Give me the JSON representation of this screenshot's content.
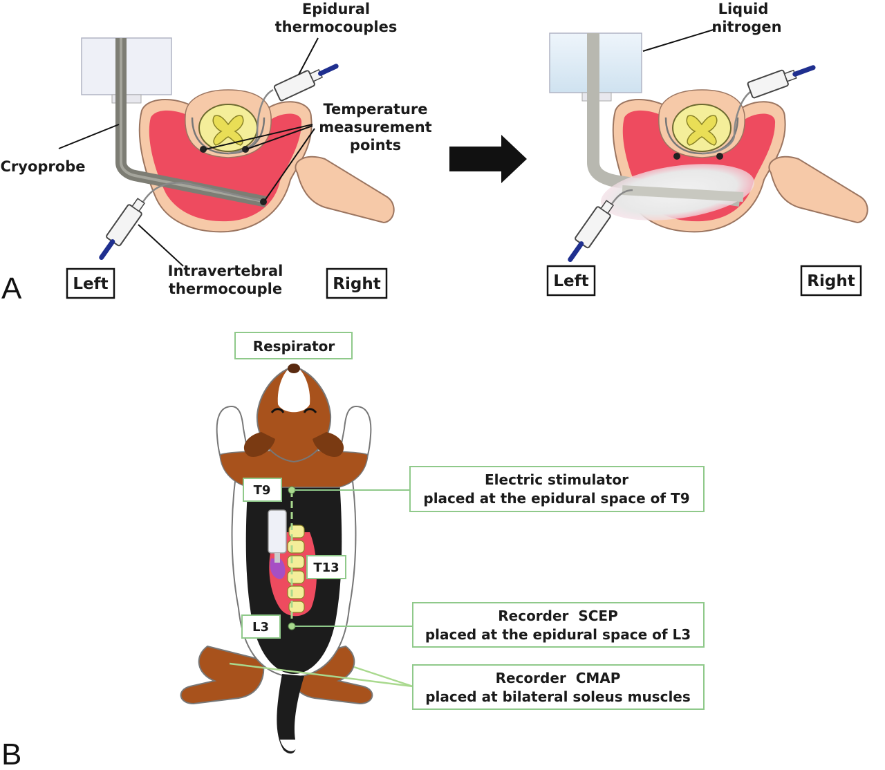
{
  "panel_a": {
    "letter": "A",
    "epidural_thermocouples": [
      "Epidural",
      "thermocouples"
    ],
    "temperature_points": [
      "Temperature",
      "measurement",
      "points"
    ],
    "cryoprobe": "Cryoprobe",
    "intravertebral": [
      "Intravertebral",
      "thermocouple"
    ],
    "liquid_nitrogen": [
      "Liquid",
      "nitrogen"
    ],
    "left_before": "Left",
    "right_before": "Right",
    "left_after": "Left",
    "right_after": "Right"
  },
  "panel_b": {
    "letter": "B",
    "respirator": "Respirator",
    "t9": "T9",
    "t13": "T13",
    "l3": "L3",
    "stimulator": [
      "Electric stimulator",
      "placed at the epidural space of T9"
    ],
    "scep": [
      "Recorder  SCEP",
      "placed at the epidural space of L3"
    ],
    "cmap": [
      "Recorder  CMAP",
      "placed at bilateral soleus muscles"
    ]
  },
  "colors": {
    "muscle": "#ee4b5f",
    "tissue": "#f6c9a8",
    "spinal_cord": "#f4ee9a",
    "probe": "#7d7d74",
    "thermocouple_tip": "#1f2f8f",
    "callout_border": "#8fc98a",
    "dog_brown": "#a8521c",
    "dog_black": "#1c1c1c"
  }
}
